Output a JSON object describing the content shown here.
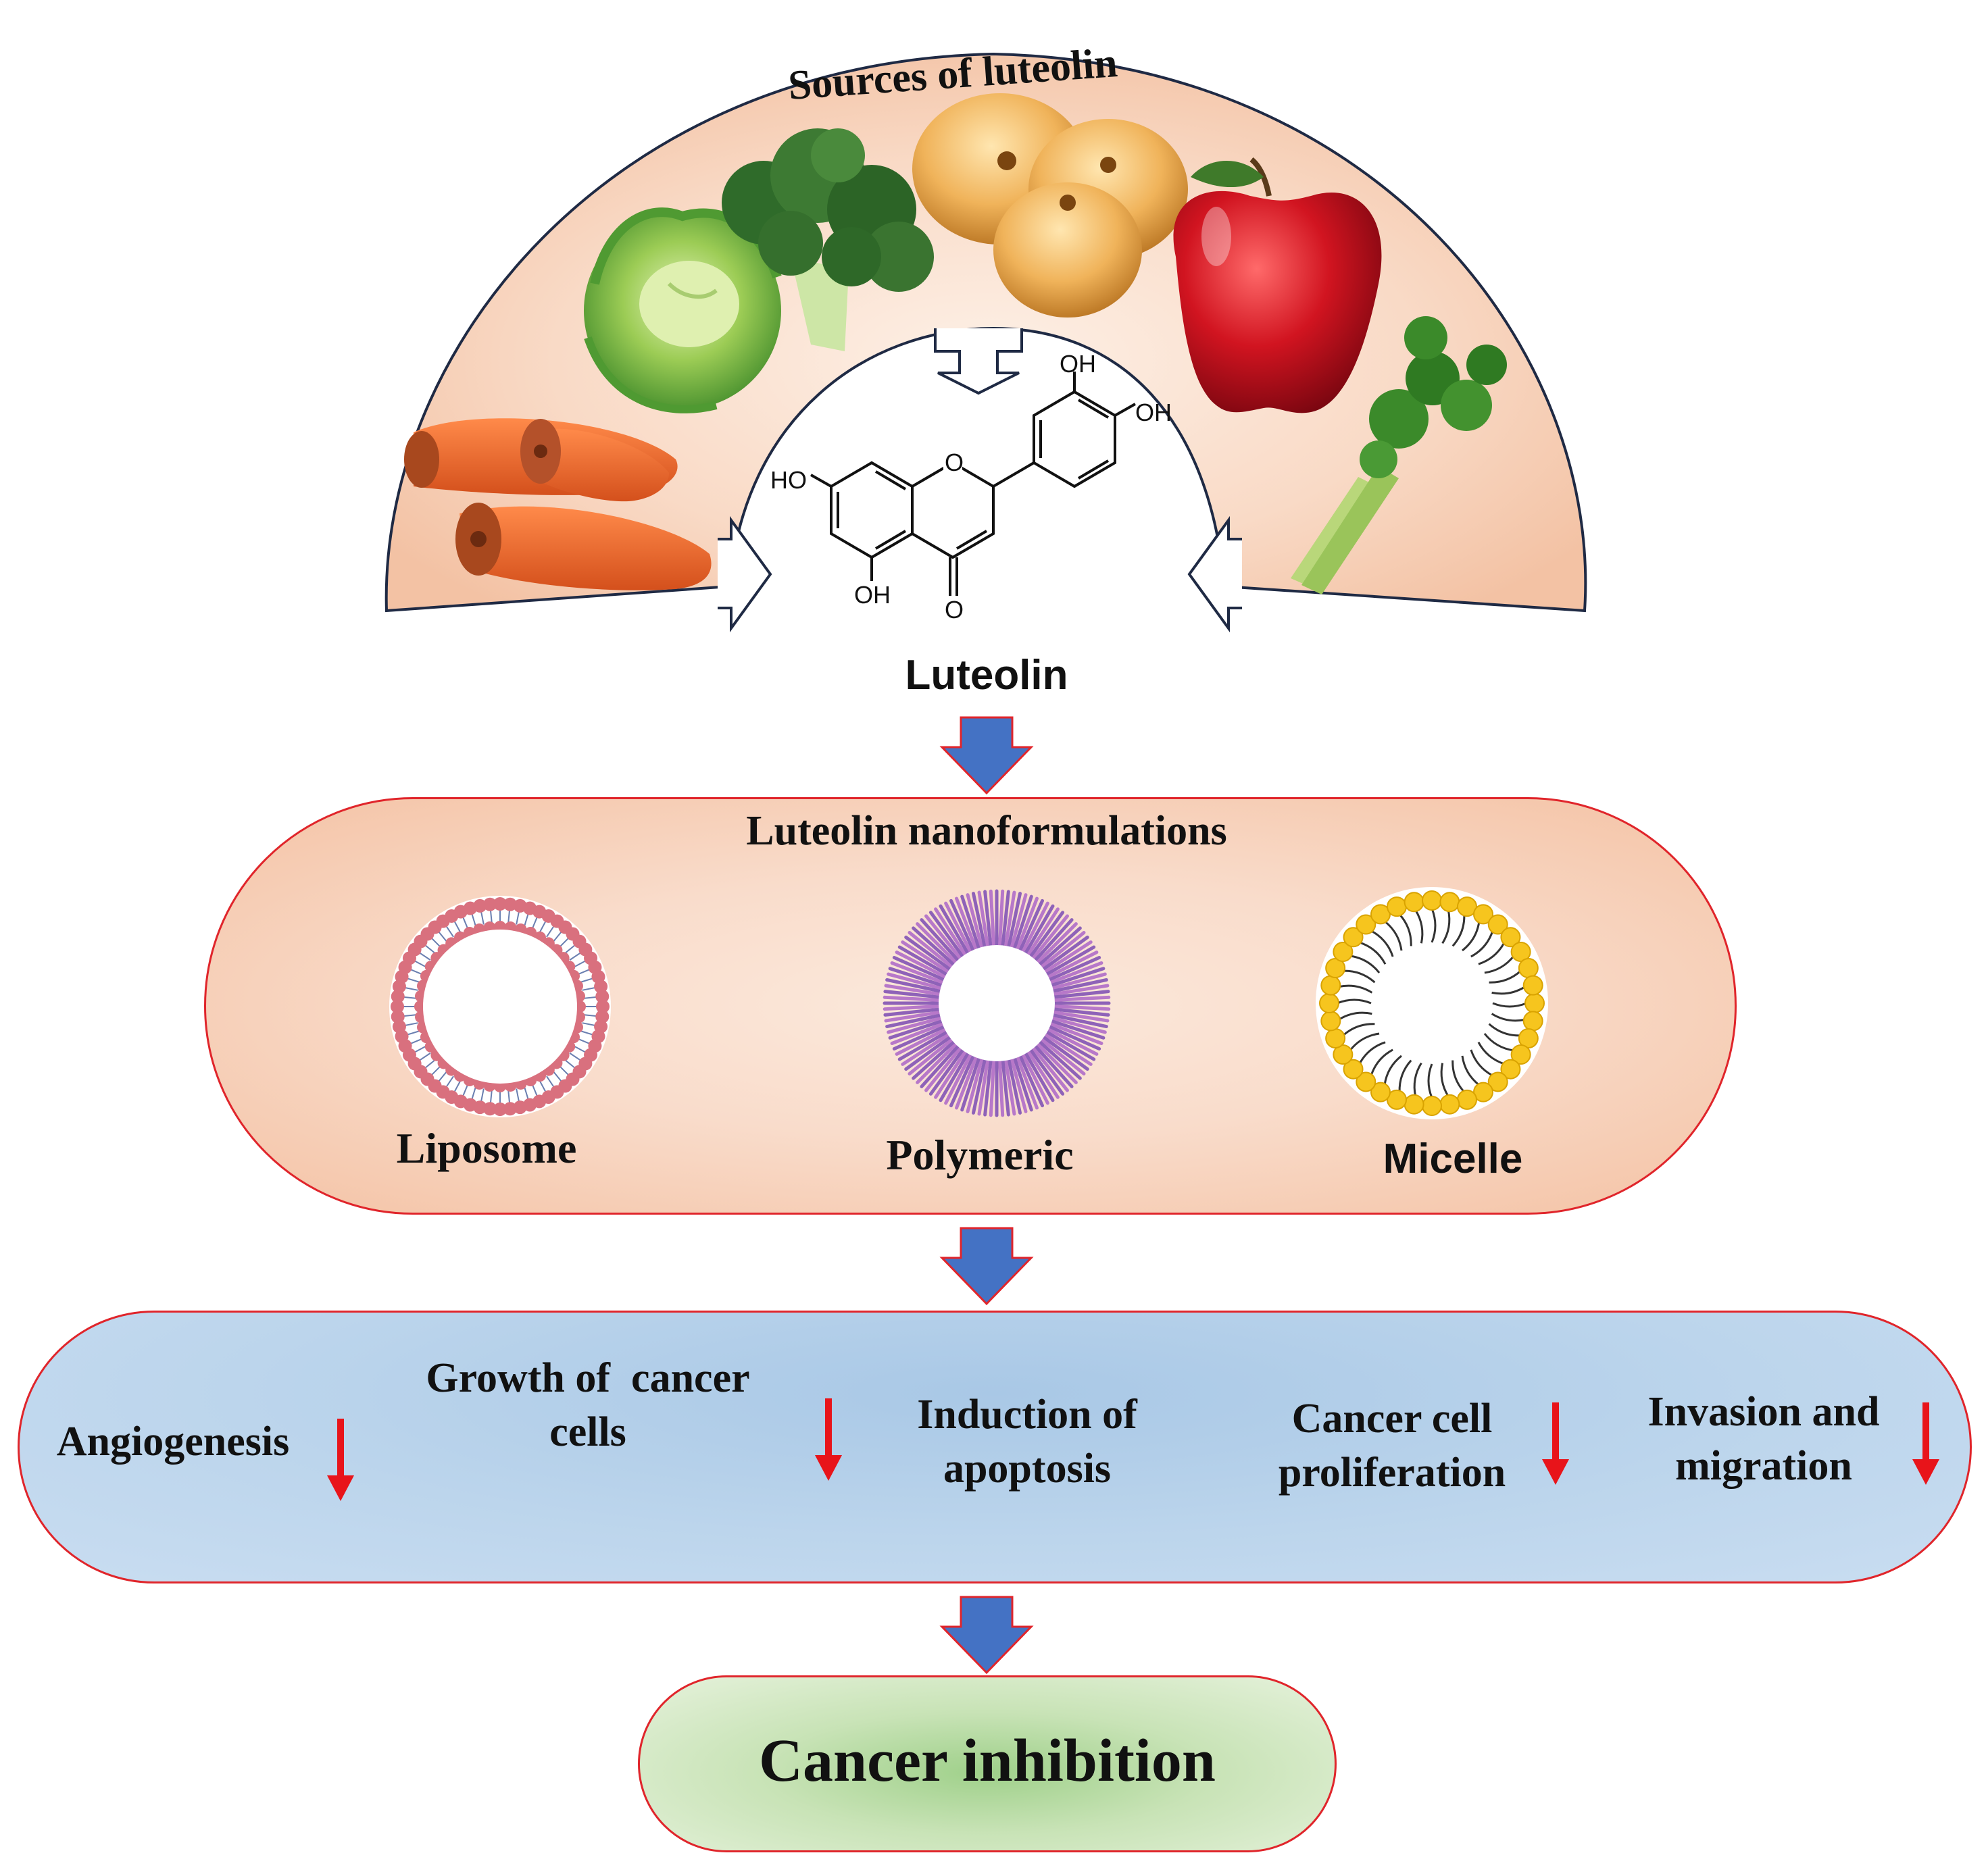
{
  "sources": {
    "title": "Sources of luteolin",
    "foods": [
      "carrot",
      "cabbage",
      "broccoli",
      "onion",
      "apple",
      "celery"
    ]
  },
  "molecule": {
    "name": "Luteolin",
    "groups": [
      "OH",
      "OH",
      "HO",
      "OH",
      "O",
      "O"
    ]
  },
  "nanoformulations": {
    "title": "Luteolin nanoformulations",
    "items": [
      "Liposome",
      "Polymeric",
      "Micelle"
    ]
  },
  "effects": {
    "items": [
      {
        "line1": "Angiogenesis",
        "line2": ""
      },
      {
        "line1": "Growth of  cancer",
        "line2": "cells"
      },
      {
        "line1": "Induction of",
        "line2": "apoptosis"
      },
      {
        "line1": "Cancer cell",
        "line2": "proliferation"
      },
      {
        "line1": "Invasion and",
        "line2": "migration"
      }
    ]
  },
  "outcome": {
    "label": "Cancer inhibition"
  },
  "colors": {
    "flow_arrow": "#4472c4",
    "down_arrow": "#e8141a",
    "border": "#e0252b",
    "peach": "#f6cdb2",
    "blue": "#bcd5ec",
    "green": "#c8e3b6"
  }
}
